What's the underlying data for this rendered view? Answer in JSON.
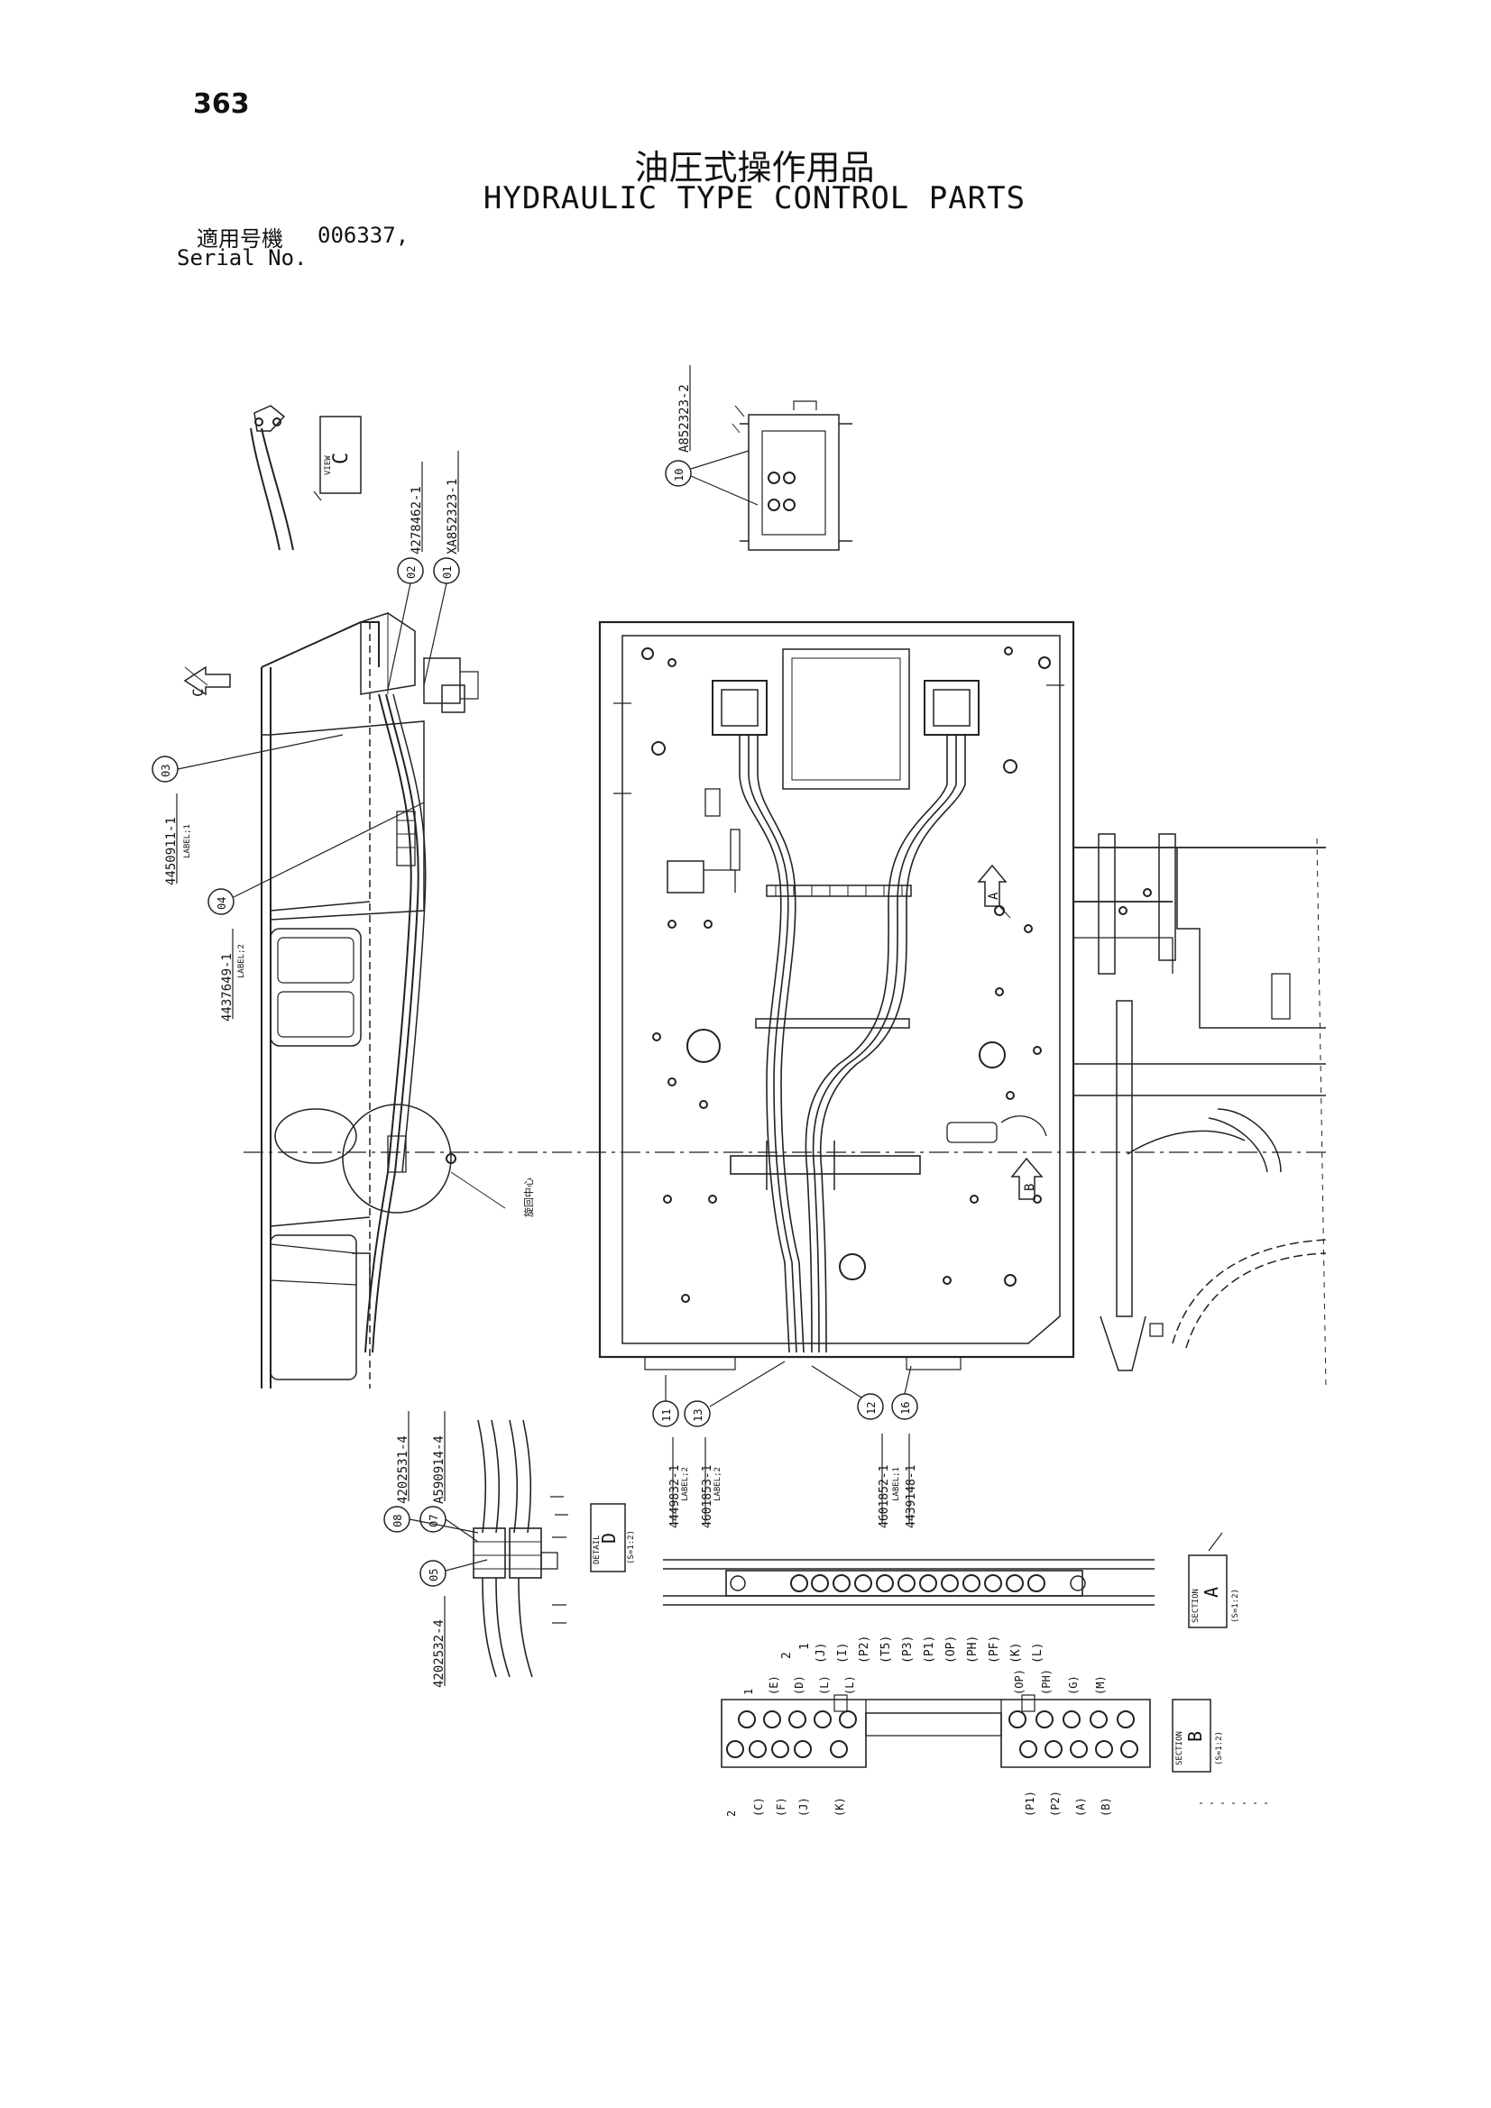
{
  "page": {
    "number": "363",
    "title_ja": "油圧式操作用品",
    "title_en": "HYDRAULIC TYPE CONTROL PARTS",
    "serial_label_ja": "適用号機",
    "serial_value": "006337,",
    "serial_label_en": "Serial No."
  },
  "callouts": [
    {
      "no": "01",
      "part": "XA852323-1"
    },
    {
      "no": "02",
      "part": "4278462-1"
    },
    {
      "no": "03",
      "part": "4450911-1",
      "note": "LABEL;1"
    },
    {
      "no": "04",
      "part": "4437649-1",
      "note": "LABEL;2"
    },
    {
      "no": "05",
      "part": "4202532-4"
    },
    {
      "no": "07",
      "part": "A590914-4"
    },
    {
      "no": "08",
      "part": "4202531-4"
    },
    {
      "no": "10",
      "part": "A852323-2"
    },
    {
      "no": "11",
      "part": "4449832-1",
      "note": "LABEL;2"
    },
    {
      "no": "12",
      "part": "4601852-1",
      "note": "LABEL;1"
    },
    {
      "no": "13",
      "part": "4601853-1",
      "note": "LABEL;2"
    },
    {
      "no": "16",
      "part": "4439148-1"
    }
  ],
  "views": {
    "view_c": {
      "letter": "C",
      "label": "VIEW"
    },
    "detail_d": {
      "letter": "D",
      "label": "DETAIL",
      "scale": "(S=1:2)"
    },
    "section_a": {
      "letter": "A",
      "label": "SECTION",
      "scale": "(S=1:2)"
    },
    "section_b": {
      "letter": "B",
      "label": "SECTION",
      "scale": "(S=1:2)"
    }
  },
  "section_a_labels": [
    "2",
    "1",
    "(J)",
    "(I)",
    "(P2)",
    "(T5)",
    "(P3)",
    "(P1)",
    "(OP)",
    "(PH)",
    "(PF)",
    "(K)",
    "(L)"
  ],
  "section_b_top_labels": [
    "1",
    "(E)",
    "(D)",
    "(L)",
    "(L)",
    "(OP)",
    "(PH)",
    "(G)",
    "(M)"
  ],
  "section_b_bottom_labels": [
    "2",
    "(C)",
    "(F)",
    "(J)",
    "(K)",
    "(P1)",
    "(P2)",
    "(A)",
    "(B)"
  ],
  "arrows": {
    "a": "A",
    "b": "B",
    "c": "C"
  },
  "center_label": "旋回中心"
}
